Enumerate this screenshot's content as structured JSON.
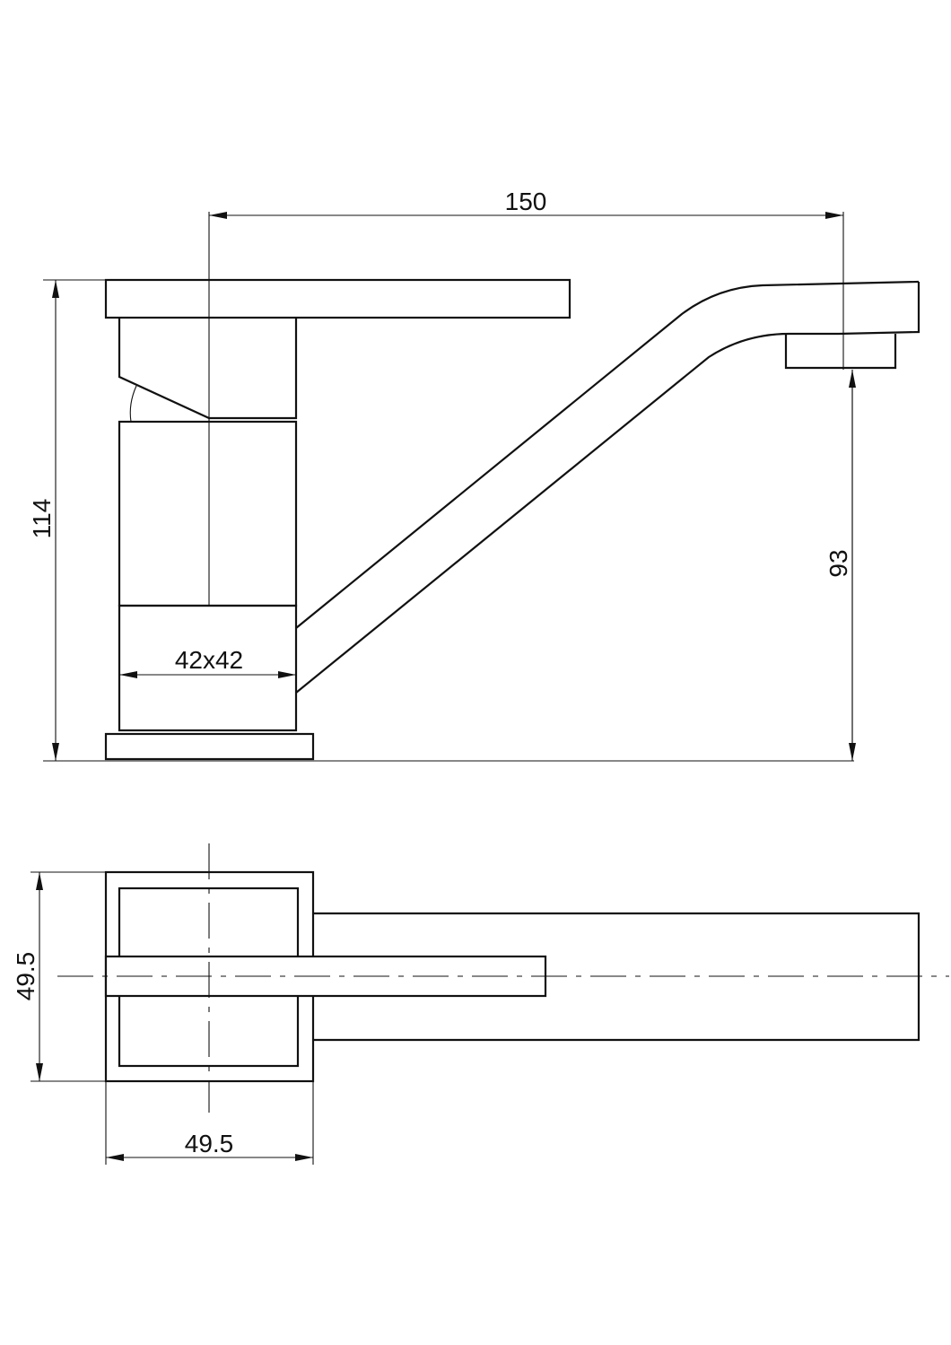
{
  "dimensions": {
    "spout_reach": "150",
    "total_height": "114",
    "spout_height": "93",
    "body_section": "42x42",
    "plan_depth": "49.5",
    "plan_width": "49.5"
  },
  "colors": {
    "line": "#111111",
    "background": "#ffffff"
  }
}
